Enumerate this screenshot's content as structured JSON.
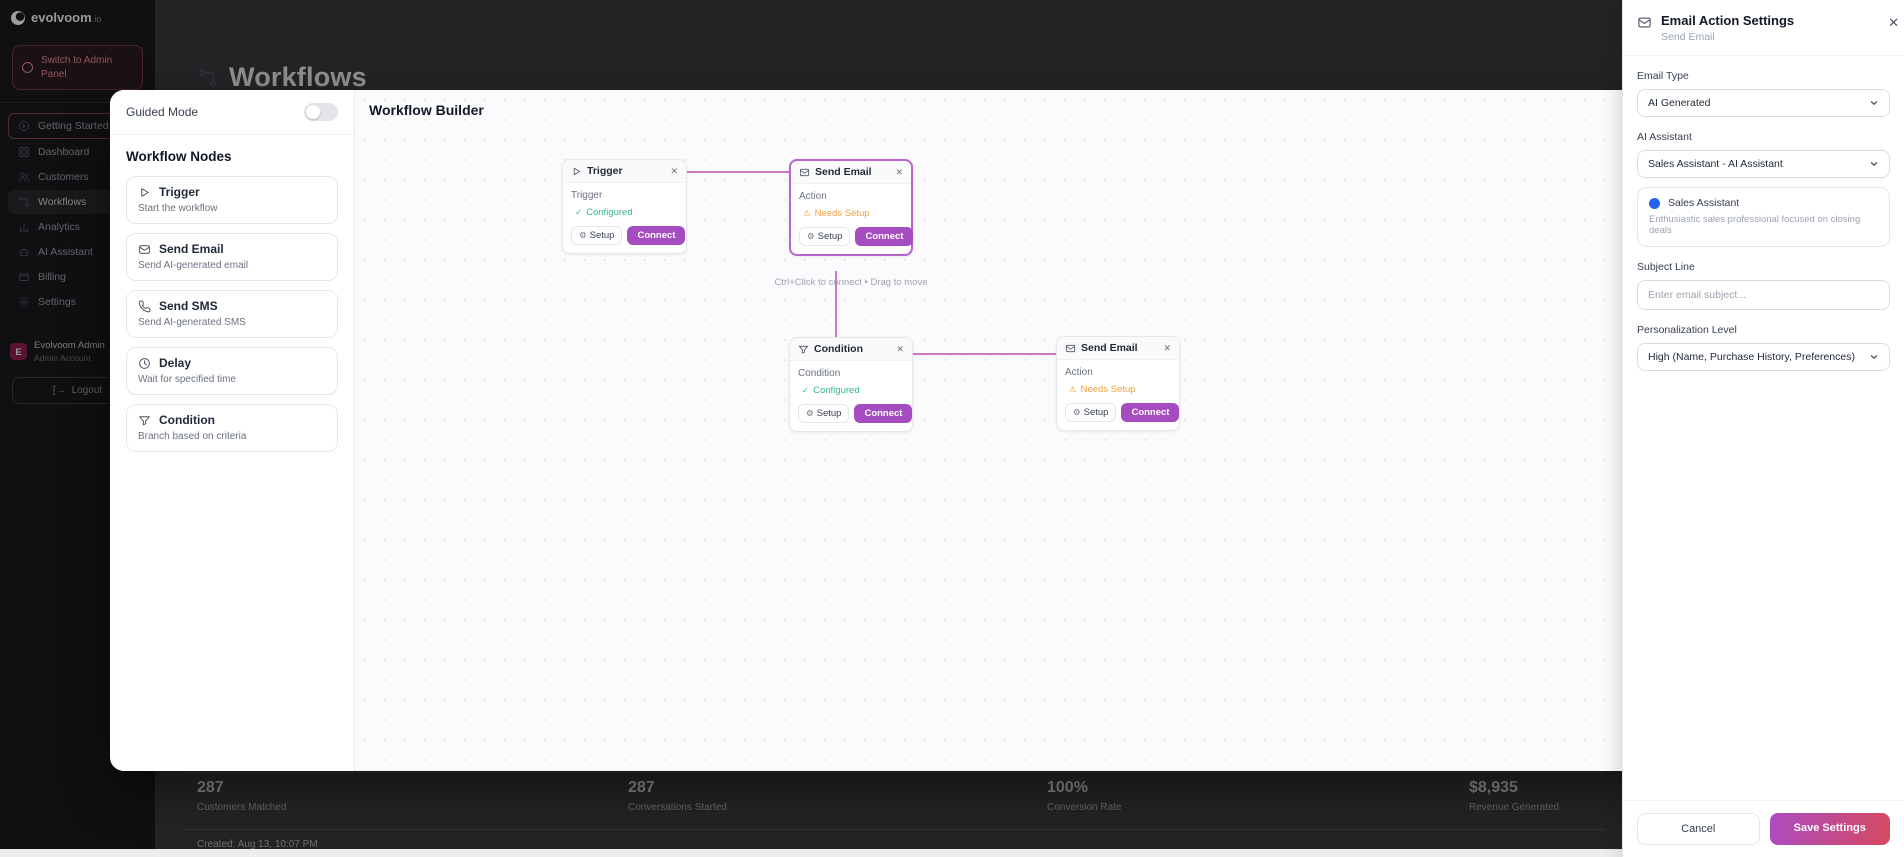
{
  "app": {
    "logo": "evolvoom",
    "logo_suffix": ".io"
  },
  "sidebar": {
    "switch_button": "Switch to Admin Panel",
    "items": [
      {
        "label": "Getting Started"
      },
      {
        "label": "Dashboard"
      },
      {
        "label": "Customers"
      },
      {
        "label": "Workflows"
      },
      {
        "label": "Analytics"
      },
      {
        "label": "AI Assistant"
      },
      {
        "label": "Billing"
      },
      {
        "label": "Settings"
      }
    ],
    "user": {
      "initial": "E",
      "name": "Evolvoom Admin",
      "role": "Admin Account"
    },
    "logout_label": "Logout"
  },
  "background": {
    "page_title": "Workflows",
    "stats": [
      {
        "value": "287",
        "label": "Customers Matched"
      },
      {
        "value": "287",
        "label": "Conversations Started"
      },
      {
        "value": "100%",
        "label": "Conversion Rate"
      },
      {
        "value": "$8,935",
        "label": "Revenue Generated"
      }
    ],
    "created": "Created: Aug 13, 10:07 PM"
  },
  "modal": {
    "guided_mode_label": "Guided Mode",
    "palette_title": "Workflow Nodes",
    "palette": [
      {
        "title": "Trigger",
        "desc": "Start the workflow"
      },
      {
        "title": "Send Email",
        "desc": "Send AI-generated email"
      },
      {
        "title": "Send SMS",
        "desc": "Send AI-generated SMS"
      },
      {
        "title": "Delay",
        "desc": "Wait for specified time"
      },
      {
        "title": "Condition",
        "desc": "Branch based on criteria"
      }
    ],
    "canvas_title": "Workflow Builder",
    "setup_label": "Setup",
    "connect_label": "Connect",
    "hint": "Ctrl+Click to connect • Drag to move",
    "nodes": [
      {
        "title": "Trigger",
        "type_label": "Trigger",
        "status": "Configured"
      },
      {
        "title": "Send Email",
        "type_label": "Action",
        "status": "Needs Setup"
      },
      {
        "title": "Condition",
        "type_label": "Condition",
        "status": "Configured"
      },
      {
        "title": "Send Email",
        "type_label": "Action",
        "status": "Needs Setup"
      }
    ]
  },
  "panel": {
    "title": "Email Action Settings",
    "subtitle": "Send Email",
    "email_type_label": "Email Type",
    "email_type_value": "AI Generated",
    "assistant_label": "AI Assistant",
    "assistant_value": "Sales Assistant - AI Assistant",
    "assistant_card": {
      "name": "Sales Assistant",
      "desc": "Enthusiastic sales professional focused on closing deals"
    },
    "subject_label": "Subject Line",
    "subject_placeholder": "Enter email subject...",
    "personalization_label": "Personalization Level",
    "personalization_value": "High (Name, Purchase History, Preferences)",
    "cancel_label": "Cancel",
    "save_label": "Save Settings"
  },
  "colors": {
    "accent_purple": "#a54cc0",
    "selected_border": "#b865cc",
    "edge_line": "#c978c9",
    "status_configured": "#34b78f",
    "status_needs_setup": "#f0a13f",
    "save_gradient_start": "#ab4cc2",
    "save_gradient_end": "#d6495f",
    "assistant_dot": "#2563eb"
  }
}
